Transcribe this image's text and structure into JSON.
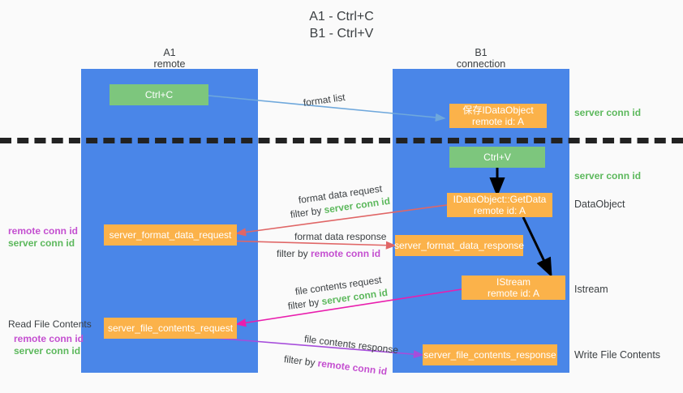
{
  "title": {
    "line1": "A1 - Ctrl+C",
    "line2": "B1 - Ctrl+V"
  },
  "columns": [
    {
      "name": "A1",
      "subtitle": "remote"
    },
    {
      "name": "B1",
      "subtitle": "connection"
    }
  ],
  "nodes": {
    "ctrl_c": {
      "label": "Ctrl+C"
    },
    "save_idataobject": {
      "line1": "保存IDataObject",
      "line2": "remote id: A"
    },
    "ctrl_v": {
      "label": "Ctrl+V"
    },
    "getdata": {
      "line1": "IDataObject::GetData",
      "line2": "remote id: A"
    },
    "server_format_data_request": {
      "label": "server_format_data_request"
    },
    "server_format_data_response": {
      "label": "server_format_data_response"
    },
    "istream": {
      "line1": "IStream",
      "line2": "remote id: A"
    },
    "server_file_contents_request": {
      "label": "server_file_contents_request"
    },
    "server_file_contents_response": {
      "label": "server_file_contents_response"
    }
  },
  "right_labels": {
    "server_conn_id_top": "server conn id",
    "server_conn_id_mid": "server conn id",
    "dataobject": "DataObject",
    "istream": "Istream",
    "write_file_contents": "Write File Contents"
  },
  "left_labels": {
    "remote_conn_id_1": "remote conn id",
    "server_conn_id_1": "server conn id",
    "read_file_contents": "Read File Contents",
    "remote_conn_id_2": "remote conn id",
    "server_conn_id_2": "server conn id"
  },
  "flows": {
    "format_list": "format list",
    "format_data_request": "format data request",
    "filter_by": "filter by ",
    "filter_server_conn_id_1": "server conn id",
    "format_data_response": "format data response",
    "filter_remote_conn_id_1": "remote conn id",
    "file_contents_request": "file contents request",
    "filter_server_conn_id_2": "server conn id",
    "file_contents_response": "file contents response",
    "filter_remote_conn_id_2": "remote conn id"
  },
  "colors": {
    "lane": "#4a86e8",
    "green_node": "#7dc67d",
    "orange_node": "#fbb24a",
    "green_text": "#5cb85c",
    "purple_text": "#c44fd0",
    "arrow_lightblue": "#6fa8dc",
    "arrow_red": "#e06666",
    "arrow_magenta": "#e91ead",
    "arrow_purple": "#a64ddb",
    "arrow_black": "#000000",
    "dash_line": "#222222",
    "background": "#fafafa"
  }
}
